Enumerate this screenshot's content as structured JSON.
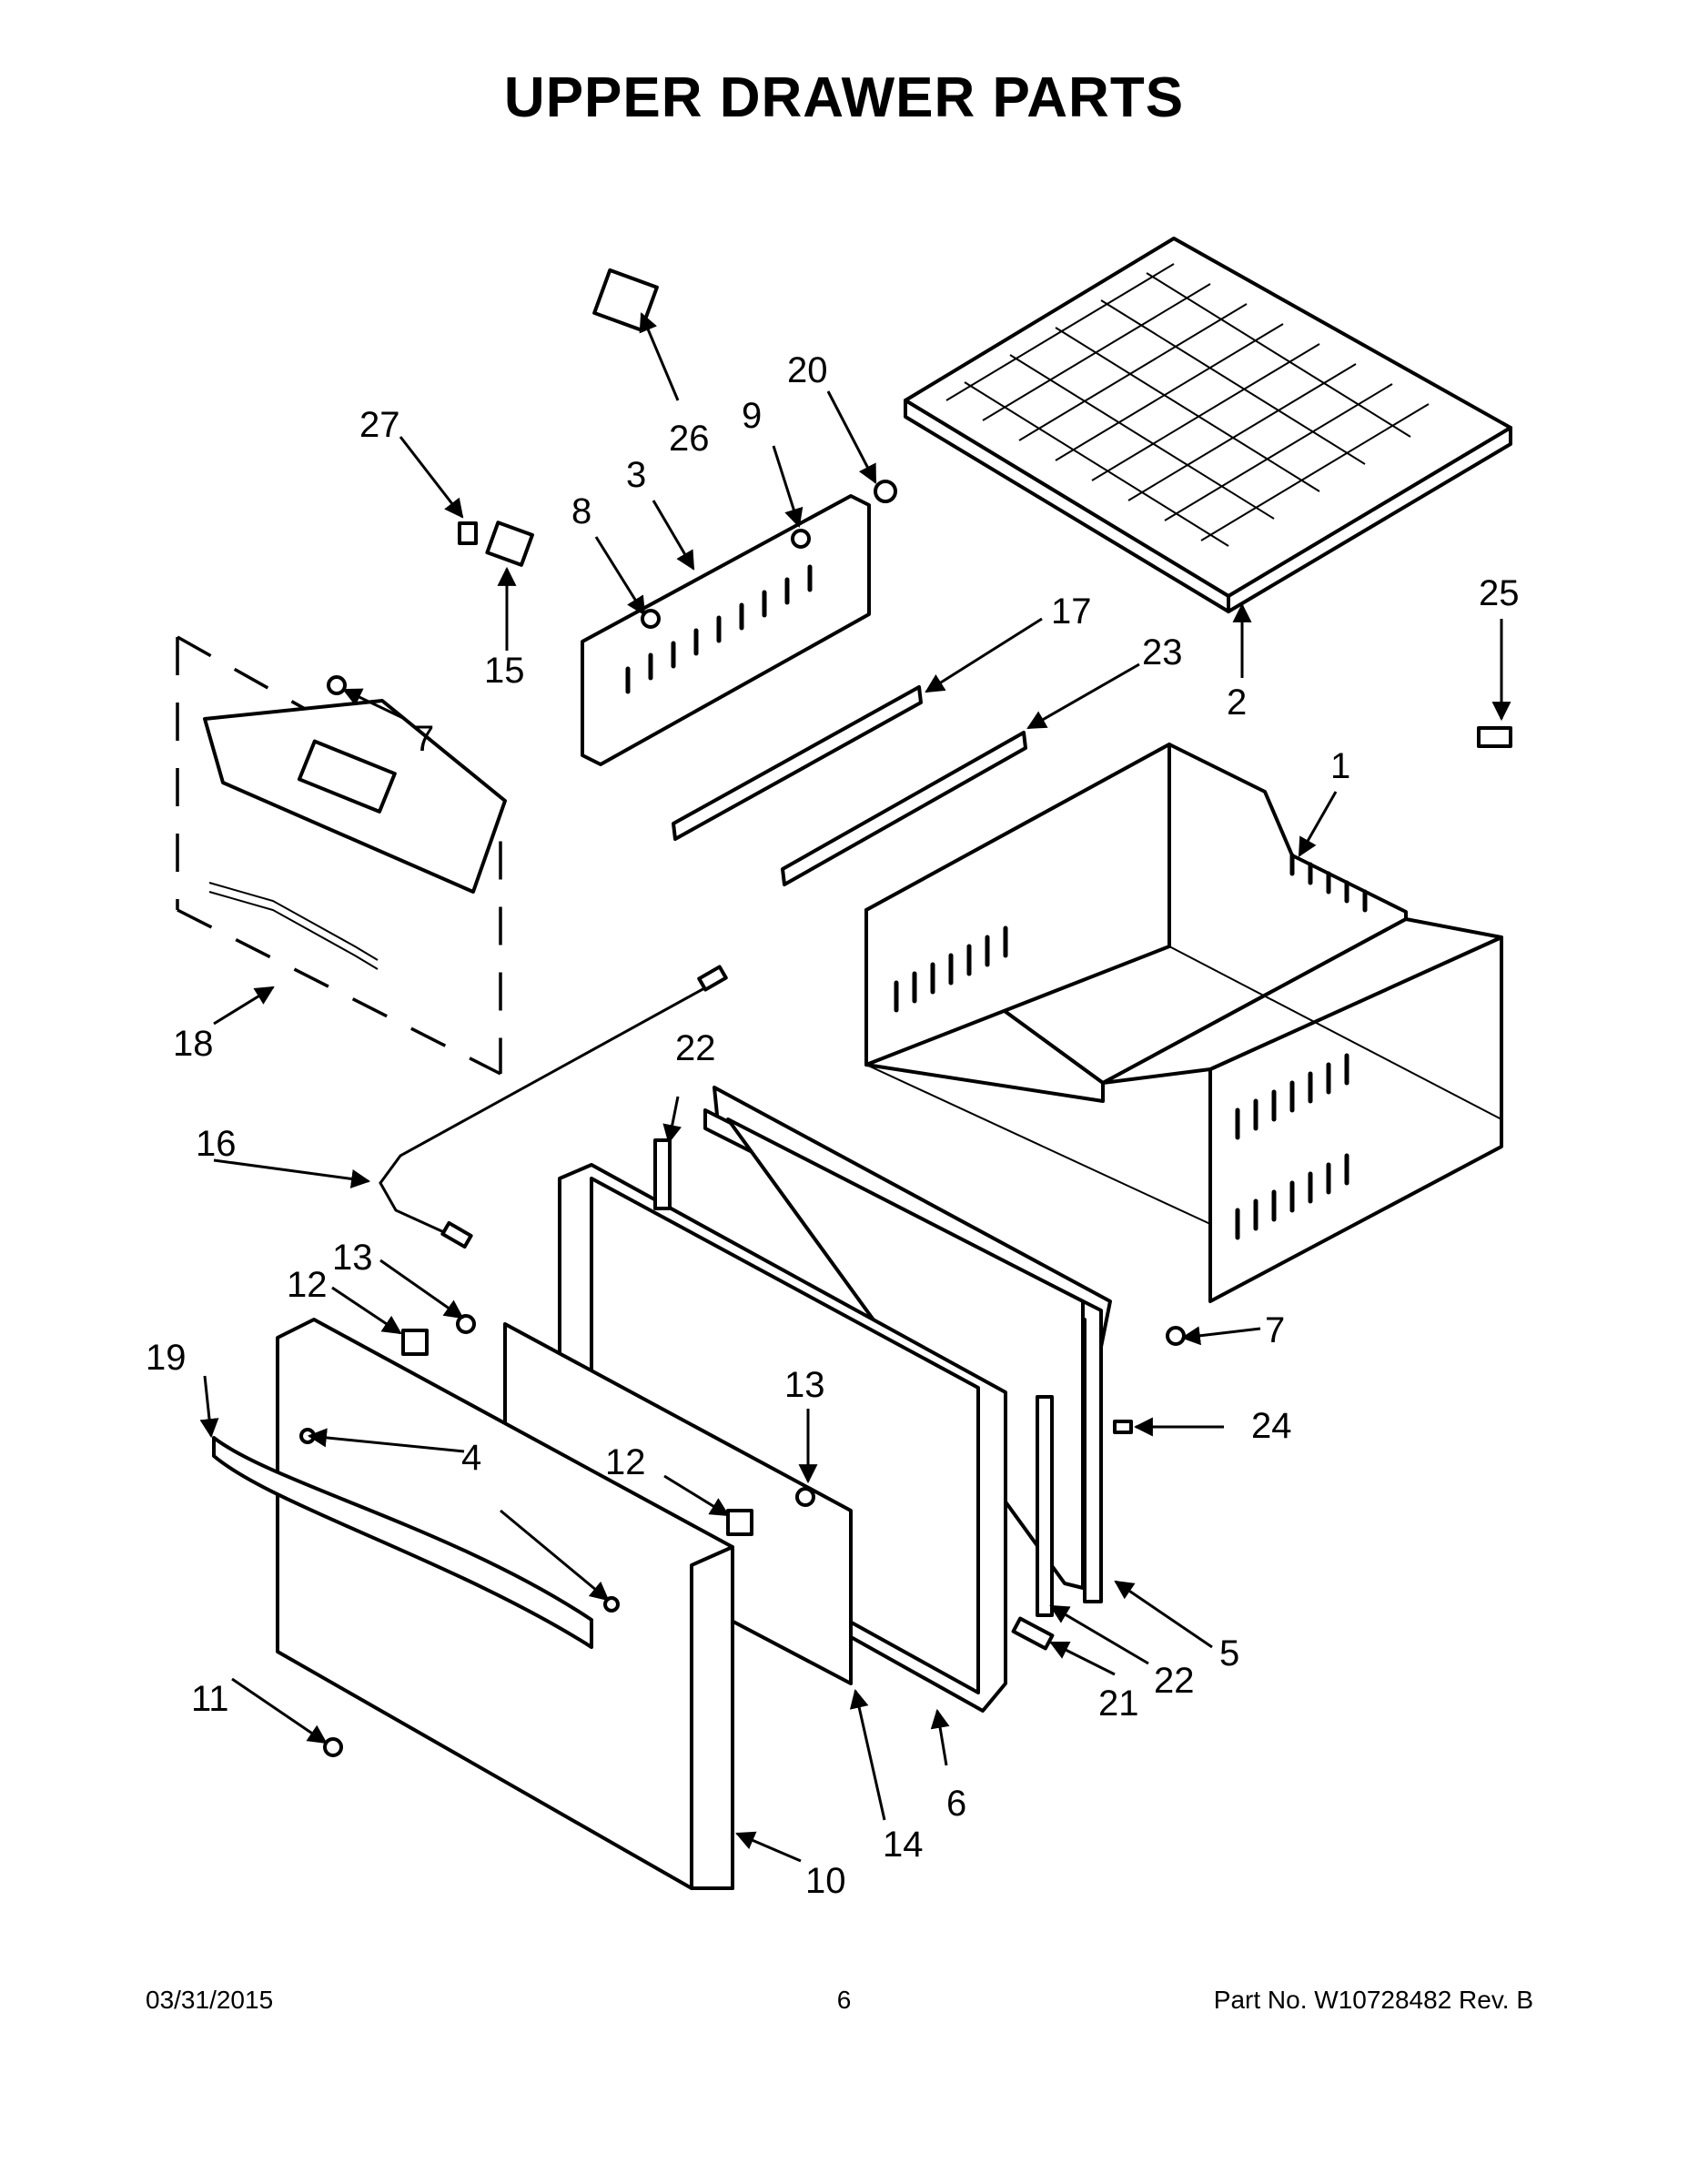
{
  "title": "UPPER DRAWER PARTS",
  "footer": {
    "date": "03/31/2015",
    "page": "6",
    "part_no": "Part No.  W10728482  Rev.  B"
  },
  "callouts": {
    "c1": "1",
    "c2": "2",
    "c3": "3",
    "c4": "4",
    "c5": "5",
    "c6": "6",
    "c7a": "7",
    "c7b": "7",
    "c8": "8",
    "c9": "9",
    "c10": "10",
    "c11": "11",
    "c12a": "12",
    "c12b": "12",
    "c13a": "13",
    "c13b": "13",
    "c14": "14",
    "c15": "15",
    "c16": "16",
    "c17": "17",
    "c18": "18",
    "c19": "19",
    "c20": "20",
    "c21": "21",
    "c22a": "22",
    "c22b": "22",
    "c23": "23",
    "c24": "24",
    "c25": "25",
    "c26": "26",
    "c27": "27"
  }
}
